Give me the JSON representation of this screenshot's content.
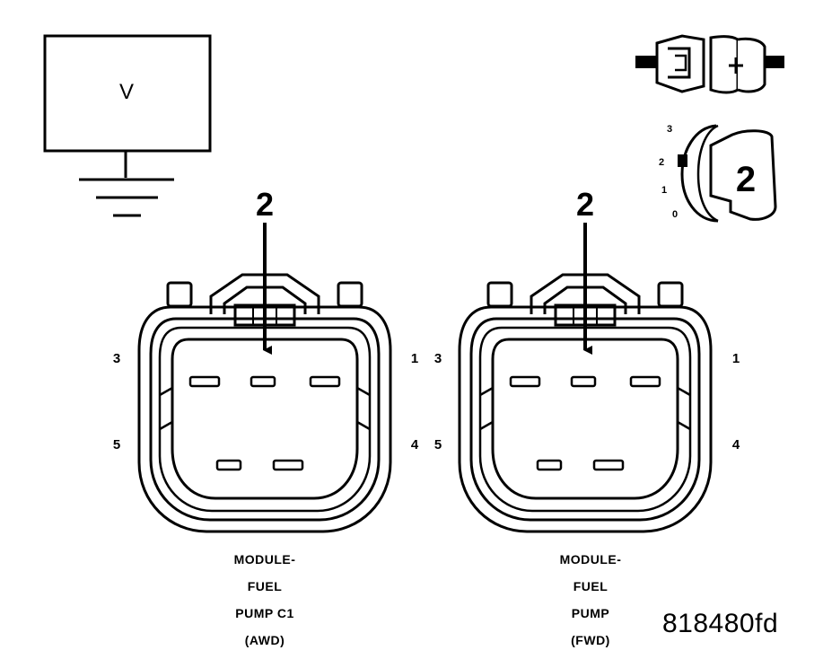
{
  "meter": {
    "symbol": "V"
  },
  "switch": {
    "scale": [
      "3",
      "2",
      "1",
      "0"
    ],
    "position": "2"
  },
  "connectors": [
    {
      "probe_label": "2",
      "pins": {
        "top_left": "3",
        "top_right": "1",
        "bottom_left": "5",
        "bottom_right": "4"
      },
      "caption": [
        "MODULE-",
        "FUEL",
        "PUMP C1",
        "(AWD)"
      ]
    },
    {
      "probe_label": "2",
      "pins": {
        "top_left": "3",
        "top_right": "1",
        "bottom_left": "5",
        "bottom_right": "4"
      },
      "caption": [
        "MODULE-",
        "FUEL",
        "PUMP",
        "(FWD)"
      ]
    }
  ],
  "reference_id": "818480fd"
}
